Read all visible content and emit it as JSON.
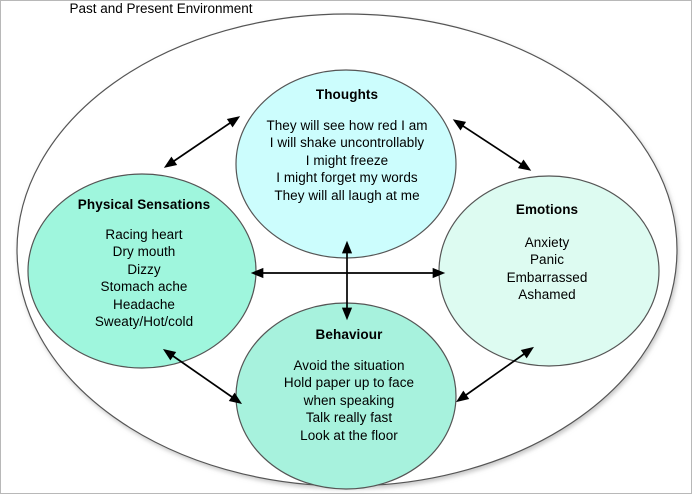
{
  "diagram": {
    "type": "cbt-hot-cross-bun-model",
    "outer": {
      "label": "Past and Present Environment",
      "fill": "#ffffff",
      "stroke": "#555555"
    },
    "nodes": [
      {
        "key": "thoughts",
        "title": "Thoughts",
        "fill": "#ccfdfd",
        "stroke": "#555555",
        "items": [
          "They will see how red I am",
          "I will shake uncontrollably",
          "I might freeze",
          "I might forget my words",
          "They will all laugh at me"
        ]
      },
      {
        "key": "physical_sensations",
        "title": "Physical Sensations",
        "fill": "#9ff6dd",
        "stroke": "#555555",
        "items": [
          "Racing heart",
          "Dry mouth",
          "Dizzy",
          "Stomach ache",
          "Headache",
          "Sweaty/Hot/cold"
        ]
      },
      {
        "key": "emotions",
        "title": "Emotions",
        "fill": "#ddfbf1",
        "stroke": "#555555",
        "items": [
          "Anxiety",
          "Panic",
          "Embarrassed",
          "Ashamed"
        ]
      },
      {
        "key": "behaviour",
        "title": "Behaviour",
        "fill": "#a7f2dd",
        "stroke": "#555555",
        "items": [
          "Avoid the situation",
          "Hold paper up to face",
          "when speaking",
          "Talk really fast",
          "Look at the floor"
        ]
      }
    ],
    "connectors": [
      {
        "key": "center-horizontal",
        "name": "physical-to-emotions-arrow",
        "double_headed": true
      },
      {
        "key": "center-vertical",
        "name": "thoughts-to-behaviour-arrow",
        "double_headed": true
      },
      {
        "key": "diagonal-top-left",
        "name": "physical-to-thoughts-arrow",
        "double_headed": true
      },
      {
        "key": "diagonal-top-right",
        "name": "thoughts-to-emotions-arrow",
        "double_headed": true
      },
      {
        "key": "diagonal-bottom-left",
        "name": "physical-to-behaviour-arrow",
        "double_headed": true
      },
      {
        "key": "diagonal-bottom-right",
        "name": "behaviour-to-emotions-arrow",
        "double_headed": true
      }
    ],
    "colors": {
      "arrow": "#000000",
      "text": "#000000",
      "page_background": "#ffffff",
      "frame_border": "#b8b8b8"
    }
  }
}
